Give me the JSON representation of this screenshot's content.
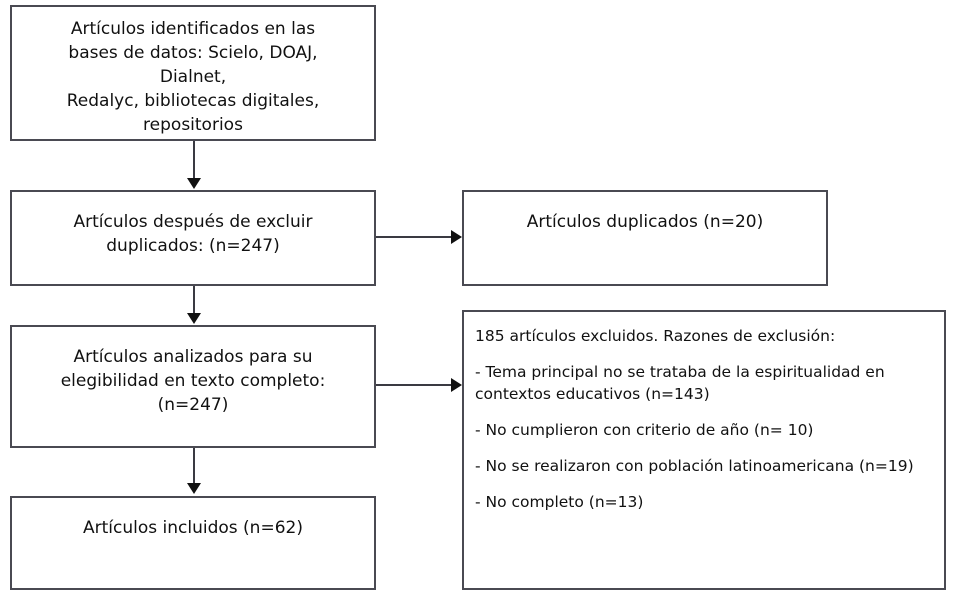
{
  "diagram": {
    "type": "prisma-flow-diagram",
    "language": "es",
    "colors": {
      "box_border": "#4a4a52",
      "connector": "#3a3a42",
      "text": "#111111",
      "background": "#ffffff"
    },
    "nodes": {
      "identified": {
        "label": "Artículos identificados en las\nbases de datos: Scielo, DOAJ,\nDialnet,\nRedalyc, bibliotecas digitales,\nrepositorios"
      },
      "after_duplicates": {
        "label": "Artículos después de excluir\nduplicados: (n=247)",
        "n": 247
      },
      "duplicates": {
        "label": "Artículos duplicados (n=20)",
        "n": 20
      },
      "eligibility": {
        "label": "Artículos analizados para su\nelegibilidad en texto completo:\n(n=247)",
        "n": 247
      },
      "excluded": {
        "heading": "185 artículos excluidos. Razones de exclusión:",
        "total": 185,
        "reasons": [
          {
            "label": "- Tema principal no se trataba de la espiritualidad en contextos educativos (n=143)",
            "n": 143
          },
          {
            "label": "- No cumplieron con criterio de año (n= 10)",
            "n": 10
          },
          {
            "label": "- No se realizaron con población latinoamericana (n=19)",
            "n": 19
          },
          {
            "label": "- No completo (n=13)",
            "n": 13
          }
        ]
      },
      "included": {
        "label": "Artículos incluidos (n=62)",
        "n": 62
      }
    },
    "connectors": [
      {
        "name": "identified-to-after-duplicates",
        "from": "identified",
        "to": "after_duplicates",
        "direction": "down"
      },
      {
        "name": "after-duplicates-to-duplicates",
        "from": "after_duplicates",
        "to": "duplicates",
        "direction": "right"
      },
      {
        "name": "after-duplicates-to-eligibility",
        "from": "after_duplicates",
        "to": "eligibility",
        "direction": "down"
      },
      {
        "name": "eligibility-to-excluded",
        "from": "eligibility",
        "to": "excluded",
        "direction": "right"
      },
      {
        "name": "eligibility-to-included",
        "from": "eligibility",
        "to": "included",
        "direction": "down"
      }
    ]
  }
}
